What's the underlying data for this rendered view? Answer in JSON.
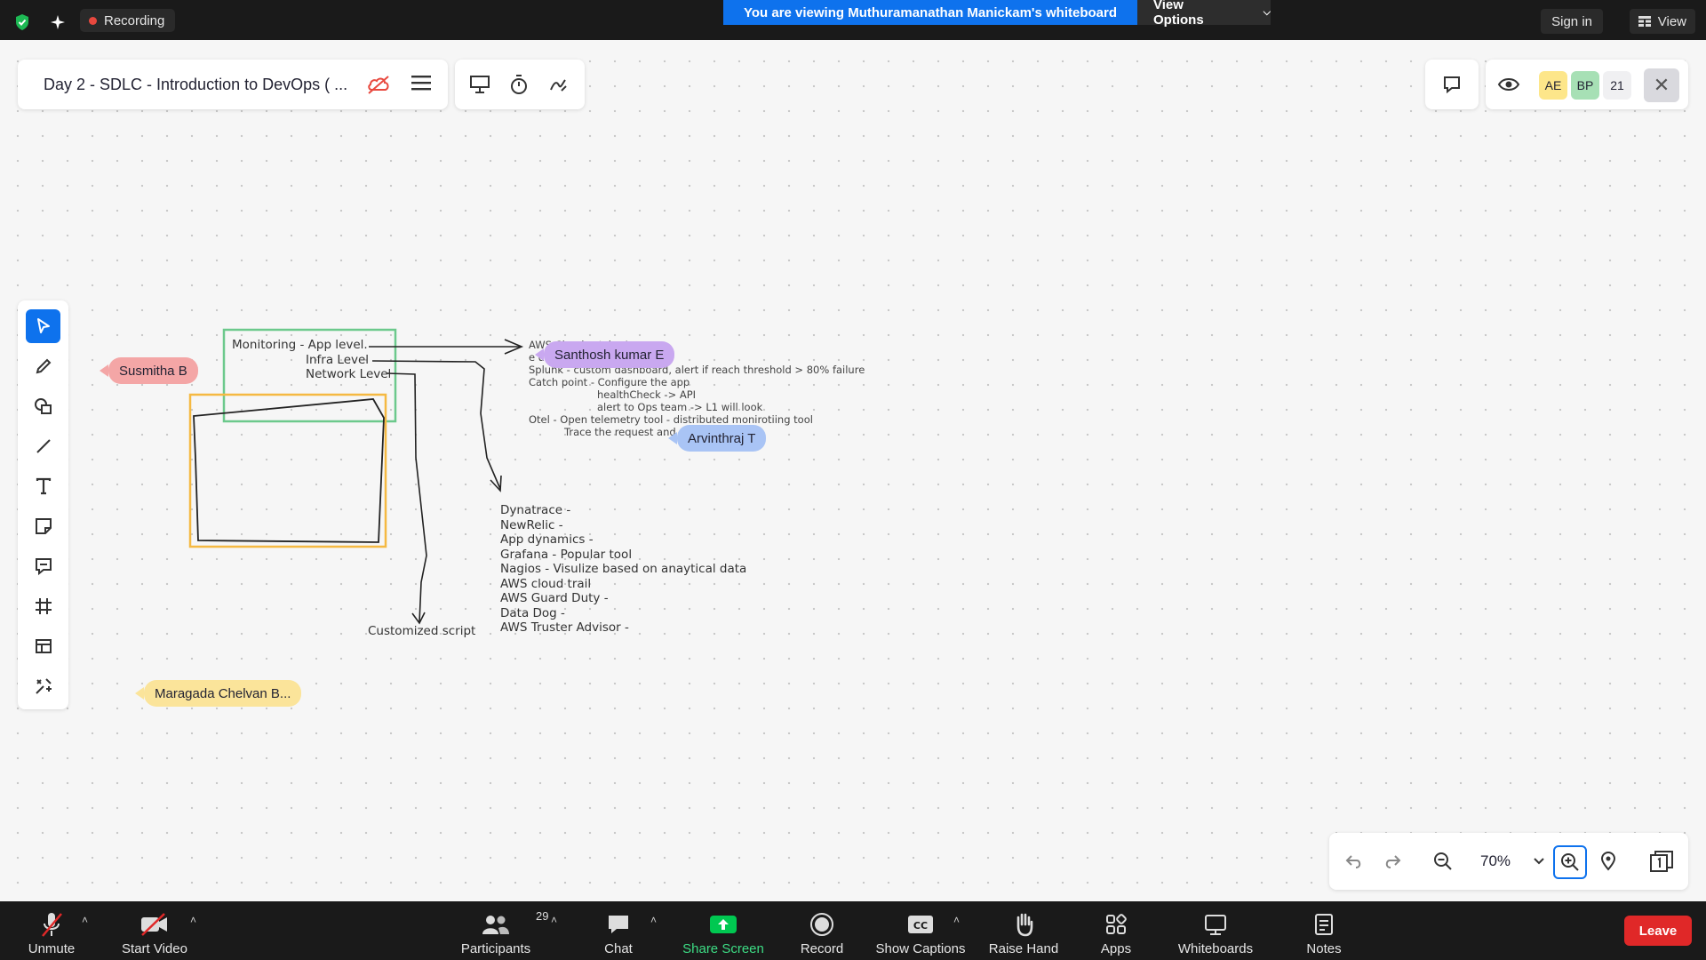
{
  "top_bar": {
    "recording_label": "Recording",
    "banner": "You are viewing Muthuramanathan Manickam's whiteboard",
    "view_options": "View Options",
    "sign_in": "Sign in",
    "view": "View"
  },
  "board": {
    "title": "Day 2  - SDLC - Introduction to DevOps ( ...",
    "collaborators": [
      "AE",
      "BP"
    ],
    "collaborator_count": "21",
    "zoom": "70%"
  },
  "content": {
    "monitoring_lines": [
      "Monitoring - App level.",
      "Infra Level",
      "Network Level"
    ],
    "aws_lines": [
      "AWS Cloudwatch - Logs",
      "e                          dashboard",
      "Splunk - custom dashboard, alert if reach threshold > 80% failure",
      "Catch point - Configure the app",
      "healthCheck -> API",
      "alert to Ops team -> L1 will look",
      "Otel - Open telemetry tool - distributed monirotiing tool",
      "Trace the request and d"
    ],
    "tools_list": [
      "Dynatrace -",
      "NewRelic -",
      "App dynamics -",
      "Grafana - Popular tool",
      "Nagios - Visulize based on anaytical data",
      "AWS cloud trail",
      "AWS Guard Duty -",
      "Data Dog -",
      "AWS Truster Advisor -"
    ],
    "customized_script": "Customized script"
  },
  "cursors": [
    {
      "name": "Susmitha B",
      "color": "#f4a6a6"
    },
    {
      "name": "Santhosh kumar E",
      "color": "#c9a8f0"
    },
    {
      "name": "Arvinthraj T",
      "color": "#a9c4f5"
    },
    {
      "name": "Maragada Chelvan B...",
      "color": "#fbe49a"
    }
  ],
  "bottom_bar": {
    "unmute": "Unmute",
    "start_video": "Start Video",
    "participants": "Participants",
    "participants_count": "29",
    "chat": "Chat",
    "share_screen": "Share Screen",
    "record": "Record",
    "show_captions": "Show Captions",
    "raise_hand": "Raise Hand",
    "apps": "Apps",
    "whiteboards": "Whiteboards",
    "notes": "Notes",
    "leave": "Leave"
  },
  "colors": {
    "accent": "#0e72ed",
    "leave": "#e02828",
    "share_screen": "#00c851",
    "green_rect": "#6cc98c",
    "orange_rect": "#f5b942"
  },
  "icons": [
    "shield-icon",
    "sparkle-icon",
    "cloud-off-icon",
    "menu-icon",
    "present-icon",
    "timer-icon",
    "draw-tool-icon",
    "comment-icon",
    "eye-icon",
    "select-icon",
    "pen-icon",
    "shapes-icon",
    "line-icon",
    "text-icon",
    "sticky-note-icon",
    "comment-tool-icon",
    "frame-icon",
    "template-icon",
    "more-tools-icon",
    "undo-icon",
    "redo-icon",
    "zoom-out-icon",
    "zoom-in-icon",
    "locate-icon",
    "pages-icon"
  ]
}
